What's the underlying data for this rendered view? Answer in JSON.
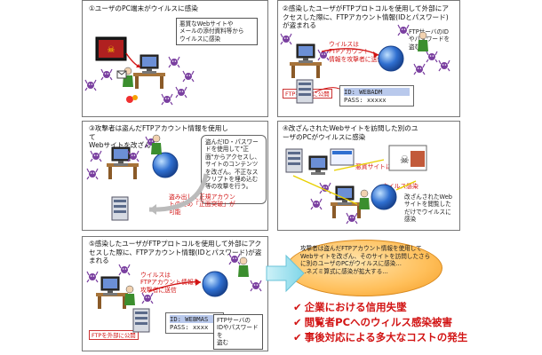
{
  "panel1": {
    "step": "①ユーザのPC端末がウイルスに感染",
    "note": "悪質なWebサイトや\nメールの添付資料等から\nウイルスに感染"
  },
  "panel2": {
    "step": "②感染したユーザがFTPプロトコルを使用して外部にアクセスした際に、FTPアカウント情報(IDとパスワード)が盗まれる",
    "virus_label": "ウイルスは\nFTPアカウント\n情報を攻撃者に送信",
    "thief_note": "FTPサーバのID\nやパスワードを\n盗む",
    "ftp_label": "FTPを外部に公開",
    "id_line": "ID: WEBADM",
    "pass_line": "PASS: xxxxx"
  },
  "panel3": {
    "step": "③攻撃者は盗んだFTPアカウント情報を使用して\nWebサイトを改ざん",
    "callout": "盗んだID・パスワードを使用して\"正面\"からアクセスし、サイトのコンテンツを改ざん。不正なスクリプトを埋め込む等の攻撃を行う。",
    "red_text": "盗み出した正規アカウントのため「正面突破」が可能"
  },
  "panel4": {
    "step": "④改ざんされたWebサイトを訪問した別のユーザのPCがウイルスに感染",
    "malicious_label": "悪質サイトに誘導",
    "virus_label": "ウイルス感染",
    "note": "改ざんされたWebサイトを閲覧しただけでウイルスに感染"
  },
  "panel5": {
    "step": "⑤感染したユーザがFTPプロトコルを使用して外部にアクセスした際に、FTPアカウント情報(IDとパスワード)が盗まれる",
    "virus_label": "ウイルスは\nFTPアカウント情報を\n攻撃者に送信",
    "ftp_label": "FTPを外部に公開",
    "id_line": "ID: WEBMAS",
    "pass_line": "PASS: xxxx",
    "thief_note": "FTPサーバの\nIDやパスワードを\n盗む"
  },
  "summary": {
    "ellipse_text": "攻撃者は盗んだFTPアカウント情報を使用してWebサイトを改ざん、そのサイトを訪問したさらに別のユーザのPCがウイルスに感染…\n…ネズミ算式に感染が拡大する…",
    "results": [
      "企業における信用失墜",
      "閲覧者PCへのウィルス感染被害",
      "事後対応による多大なコストの発生"
    ],
    "check_mark": "✔"
  },
  "colors": {
    "accent_red": "#d21414",
    "virus_purple": "#7a3fa0",
    "globe_blue": "#2f6fd0",
    "ellipse_orange": "#f6a836",
    "arrow_cyan": "#7fd6e8"
  }
}
